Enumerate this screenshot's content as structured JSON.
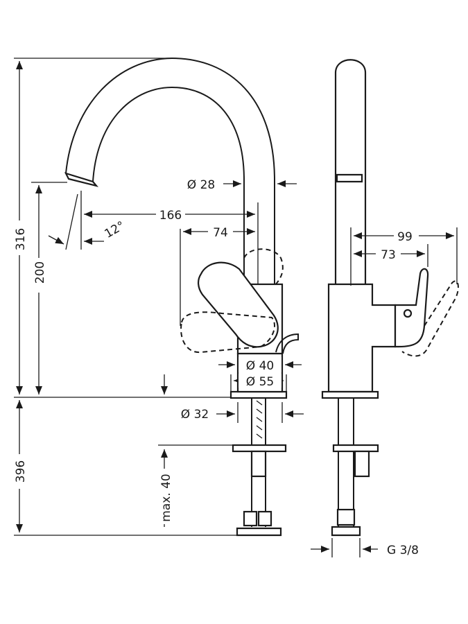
{
  "dimensions": {
    "total_height": "316",
    "spout_height": "200",
    "spout_reach": "166",
    "spout_angle": "12°",
    "handle_offset_front": "74",
    "handle_offset_side_outer": "99",
    "handle_offset_side_inner": "73",
    "spout_diameter": "Ø 28",
    "body_diameter": "Ø 40",
    "base_diameter": "Ø 55",
    "hole_diameter": "Ø 32",
    "below_counter": "396",
    "max_thickness": "max. 40",
    "connection": "G 3/8"
  },
  "colors": {
    "ink": "#1a1a1a",
    "background": "#ffffff"
  }
}
